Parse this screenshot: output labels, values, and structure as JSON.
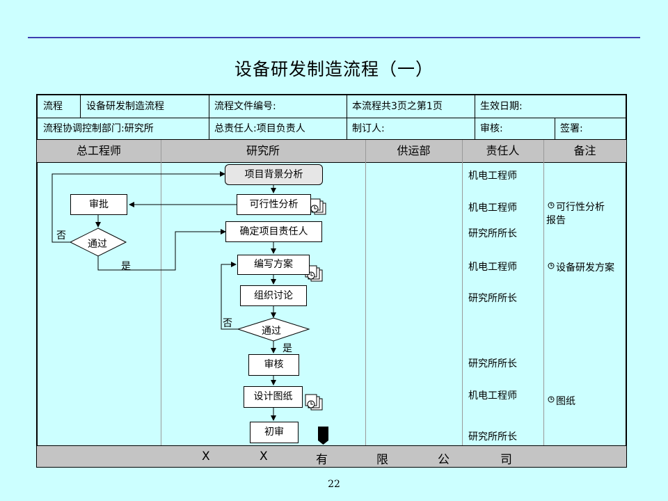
{
  "title": "设备研发制造流程（一）",
  "header": {
    "r1c1": "流程",
    "r1c2": "设备研发制造流程",
    "r1c3": "流程文件编号:",
    "r1c4": "本流程共3页之第1页",
    "r1c5": "生效日期:",
    "r2c1": "流程协调控制部门:研究所",
    "r2c2": "总责任人:项目负责人",
    "r2c3": "制订人:",
    "r2c4": "审核:",
    "r2c5": "签署:"
  },
  "lanes": [
    "总工程师",
    "研究所",
    "供运部",
    "责任人",
    "备注"
  ],
  "nodes": {
    "n1": "项目背景分析",
    "n2": "可行性分析",
    "n3": "审批",
    "n4": "通过",
    "n5": "确定项目责任人",
    "n6": "编写方案",
    "n7": "组织讨论",
    "n8": "通过",
    "n9": "审核",
    "n10": "设计图纸",
    "n11": "初审"
  },
  "edge_labels": {
    "no1": "否",
    "yes1": "是",
    "no2": "否",
    "yes2": "是"
  },
  "responsible": [
    "机电工程师",
    "机电工程师",
    "研究所所长",
    "机电工程师",
    "研究所所长",
    "研究所所长",
    "机电工程师",
    "研究所所长"
  ],
  "notes": {
    "note1": "可行性分析",
    "note1b": "报告",
    "note2": "设备研发方案",
    "note3": "图纸"
  },
  "footer": [
    "X",
    "X",
    "有",
    "限",
    "公",
    "司"
  ],
  "page_number": "22"
}
